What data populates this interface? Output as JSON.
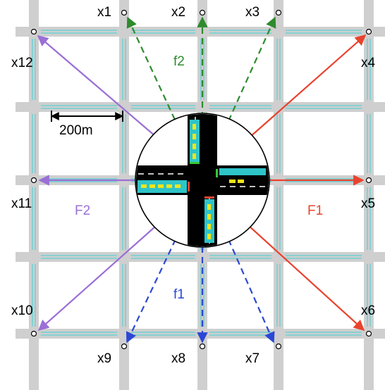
{
  "figure": {
    "scale_label": "200m",
    "nodes": [
      "x1",
      "x2",
      "x3",
      "x4",
      "x5",
      "x6",
      "x7",
      "x8",
      "x9",
      "x10",
      "x11",
      "x12"
    ],
    "flows": [
      {
        "label": "f2",
        "style": "dashed",
        "color": "#2e8b2e",
        "targets": [
          "x1",
          "x2",
          "x3"
        ]
      },
      {
        "label": "F1",
        "style": "solid",
        "color": "#e8432e",
        "targets": [
          "x4",
          "x5",
          "x6"
        ]
      },
      {
        "label": "f1",
        "style": "dashed",
        "color": "#2b48d4",
        "targets": [
          "x7",
          "x8",
          "x9"
        ]
      },
      {
        "label": "F2",
        "style": "solid",
        "color": "#9b6fd6",
        "targets": [
          "x10",
          "x11",
          "x12"
        ]
      }
    ]
  }
}
